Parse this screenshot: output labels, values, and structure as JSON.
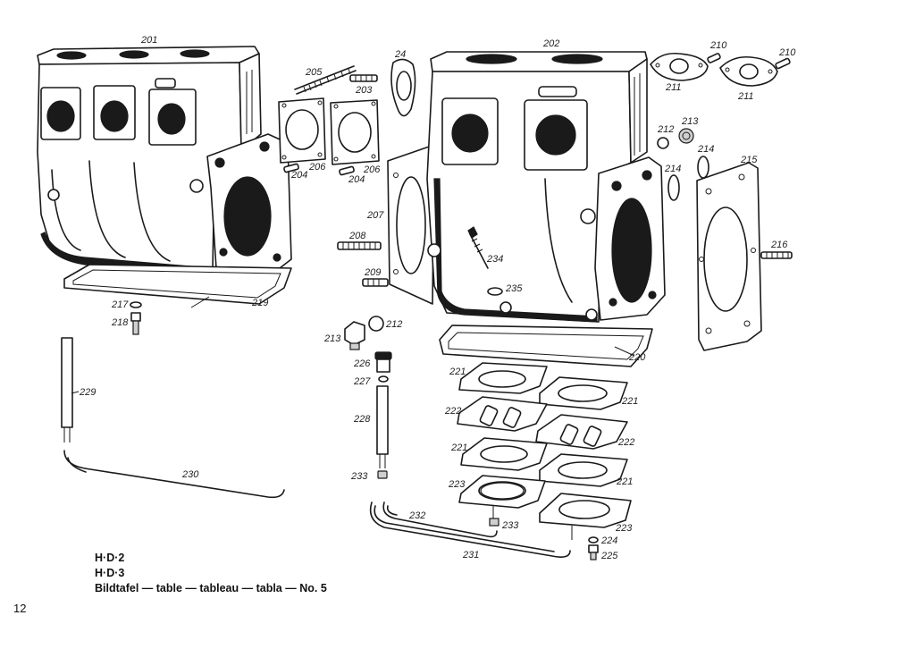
{
  "caption": {
    "line1": "H·D·2",
    "line2": "H·D·3",
    "line3": "Bildtafel — table — tableau — tabla — No. 5"
  },
  "page_number": "12",
  "callouts": {
    "c201": "201",
    "c202": "202",
    "c203": "203",
    "c204a": "204",
    "c204b": "204",
    "c205": "205",
    "c206a": "206",
    "c206b": "206",
    "c207": "207",
    "c208": "208",
    "c209": "209",
    "c210a": "210",
    "c210b": "210",
    "c211a": "211",
    "c211b": "211",
    "c212a": "212",
    "c212b": "212",
    "c213a": "213",
    "c213b": "213",
    "c214a": "214",
    "c214b": "214",
    "c215": "215",
    "c216": "216",
    "c217": "217",
    "c218": "218",
    "c219": "219",
    "c220": "220",
    "c221a": "221",
    "c221b": "221",
    "c221c": "221",
    "c221d": "221",
    "c222a": "222",
    "c222b": "222",
    "c223a": "223",
    "c223b": "223",
    "c224": "224",
    "c225": "225",
    "c226": "226",
    "c227": "227",
    "c228": "228",
    "c229": "229",
    "c230": "230",
    "c231": "231",
    "c232": "232",
    "c233a": "233",
    "c233b": "233",
    "c234": "234",
    "c235": "235",
    "c24": "24"
  }
}
